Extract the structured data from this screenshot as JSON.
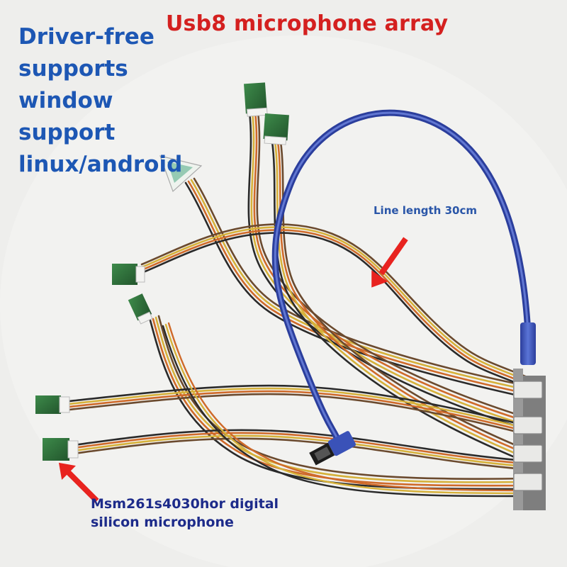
{
  "title": "Usb8 microphone array",
  "features": [
    "Driver-free",
    "supports",
    "window",
    "support",
    "linux/android"
  ],
  "callout_line_length": "Line length 30cm",
  "callout_mic": [
    "Msm261s4030hor digital",
    "silicon microphone"
  ],
  "colors": {
    "background": "#eeeeec",
    "title_red": "#d4201f",
    "feature_blue": "#1d57b4",
    "callout_blue": "#2a56a8",
    "arrow_red": "#e8231f",
    "usb_cable_blue": "#3a52b8",
    "pcb_green": "#2f6e3a",
    "wire_yellow": "#d6b13a",
    "wire_orange": "#cf6a2a",
    "wire_brown": "#6b4a2e",
    "wire_black": "#2a2a2a"
  },
  "icons": [
    "arrow-icon",
    "usb-plug-icon",
    "connector-icon"
  ]
}
